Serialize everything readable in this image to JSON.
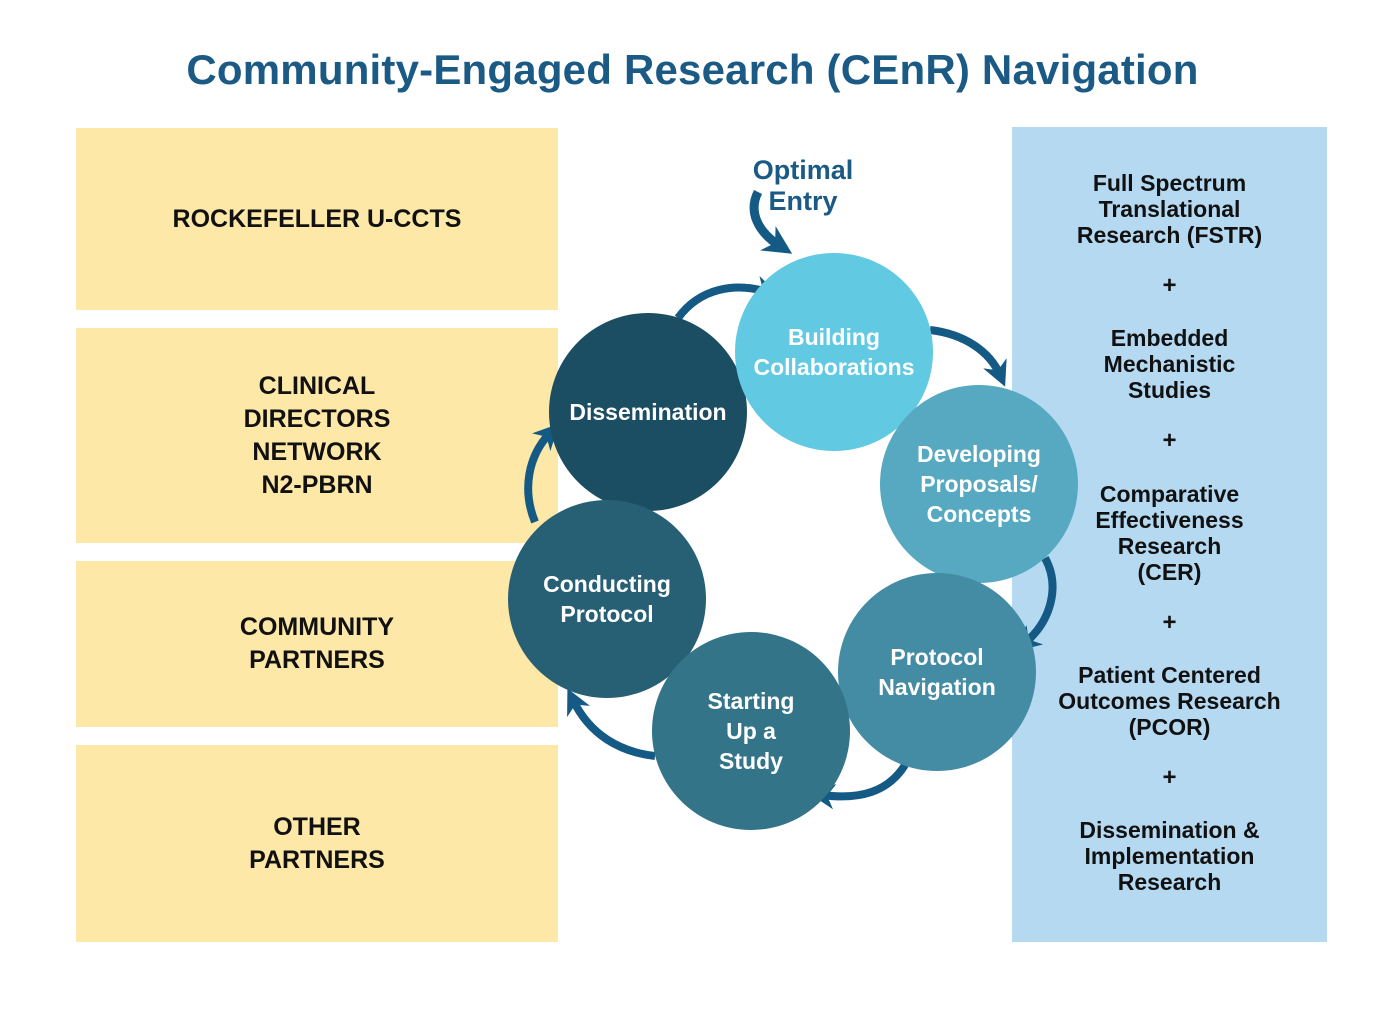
{
  "title": "Community-Engaged Research (CEnR) Navigation",
  "colors": {
    "title": "#1a5a84",
    "left_box": "#fde8a8",
    "right_panel": "#b6d9f2",
    "arrow": "#155a85",
    "circle_text": "#ffffff"
  },
  "partners": [
    {
      "label": "ROCKEFELLER U-CCTS"
    },
    {
      "label": "CLINICAL\nDIRECTORS\nNETWORK\nN2-PBRN"
    },
    {
      "label": "COMMUNITY\nPARTNERS"
    },
    {
      "label": "OTHER\nPARTNERS"
    }
  ],
  "entry": {
    "line1": "Optimal",
    "line2": "Entry"
  },
  "cycle": [
    {
      "lines": [
        "Building",
        "Collaborations"
      ],
      "color": "#62c9e3"
    },
    {
      "lines": [
        "Developing",
        "Proposals/",
        "Concepts"
      ],
      "color": "#57a9c2"
    },
    {
      "lines": [
        "Protocol",
        "Navigation"
      ],
      "color": "#448ba4"
    },
    {
      "lines": [
        "Starting",
        "Up a",
        "Study"
      ],
      "color": "#337489"
    },
    {
      "lines": [
        "Conducting",
        "Protocol"
      ],
      "color": "#275f74"
    },
    {
      "lines": [
        "Dissemination"
      ],
      "color": "#1b4d63"
    }
  ],
  "research_types": [
    {
      "label": "Full Spectrum\nTranslational\nResearch (FSTR)"
    },
    {
      "label": "Embedded\nMechanistic\nStudies"
    },
    {
      "label": "Comparative\nEffectiveness\nResearch\n(CER)"
    },
    {
      "label": "Patient Centered\nOutcomes Research\n(PCOR)"
    },
    {
      "label": "Dissemination &\nImplementation\nResearch"
    }
  ],
  "plus_sign": "+"
}
